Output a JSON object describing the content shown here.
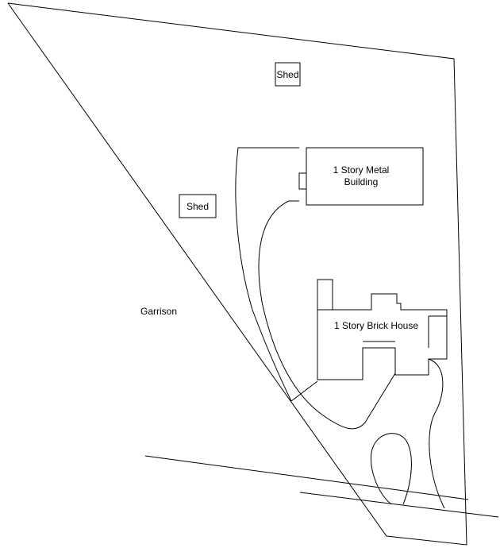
{
  "labels": {
    "shed_top": "Shed",
    "shed_left": "Shed",
    "metal_building_line1": "1 Story Metal",
    "metal_building_line2": "Building",
    "brick_house": "1 Story Brick House",
    "garrison": "Garrison"
  }
}
